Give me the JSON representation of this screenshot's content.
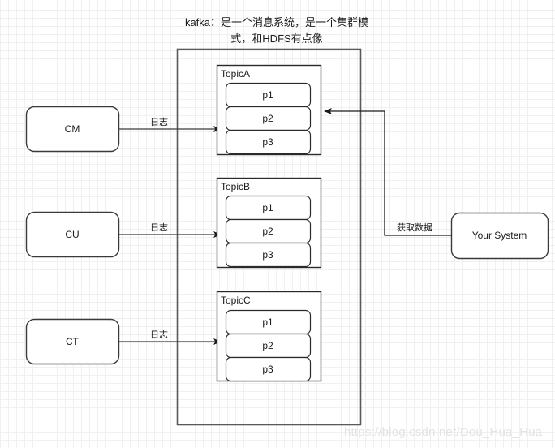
{
  "diagram": {
    "title": "kafka：是一个消息系统，是一个集群模式，和HDFS有点像",
    "title_line1": "kafka：是一个消息系统，是一个集群模",
    "title_line2": "式，和HDFS有点像",
    "watermark": "https://blog.csdn.net/Dou_Hua_Hua",
    "colors": {
      "stroke": "#3a3a3a",
      "text": "#1a1a1a",
      "background": "#ffffff",
      "grid_minor": "#f0f0f0",
      "grid_major": "#e6e6e6",
      "watermark": "#e3e3e6"
    }
  },
  "producers": [
    {
      "label": "CM",
      "edge_label": "日志"
    },
    {
      "label": "CU",
      "edge_label": "日志"
    },
    {
      "label": "CT",
      "edge_label": "日志"
    }
  ],
  "cluster": {
    "topics": [
      {
        "name": "TopicA",
        "partitions": [
          {
            "label": "p1"
          },
          {
            "label": "p2"
          },
          {
            "label": "p3"
          }
        ]
      },
      {
        "name": "TopicB",
        "partitions": [
          {
            "label": "p1"
          },
          {
            "label": "p2"
          },
          {
            "label": "p3"
          }
        ]
      },
      {
        "name": "TopicC",
        "partitions": [
          {
            "label": "p1"
          },
          {
            "label": "p2"
          },
          {
            "label": "p3"
          }
        ]
      }
    ]
  },
  "consumer": {
    "label": "Your System",
    "edge_label": "获取数据"
  }
}
